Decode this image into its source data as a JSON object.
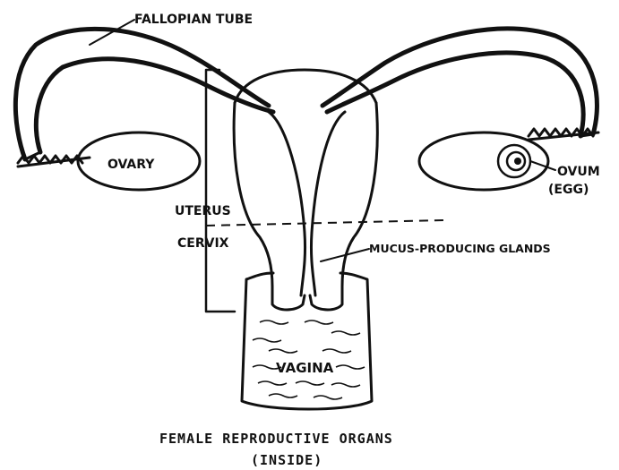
{
  "diagram": {
    "labels": {
      "fallopian_tube": "FALLOPIAN TUBE",
      "ovary": "OVARY",
      "ovum": "OVUM",
      "egg": "(EGG)",
      "uterus": "UTERUS",
      "cervix": "CERVIX",
      "mucus_glands": "MUCUS-PRODUCING GLANDS",
      "vagina": "VAGINA"
    },
    "caption": {
      "line1": "FEMALE REPRODUCTIVE ORGANS",
      "line2": "(INSIDE)"
    },
    "colors": {
      "ink": "#111111",
      "paper": "#ffffff"
    }
  }
}
